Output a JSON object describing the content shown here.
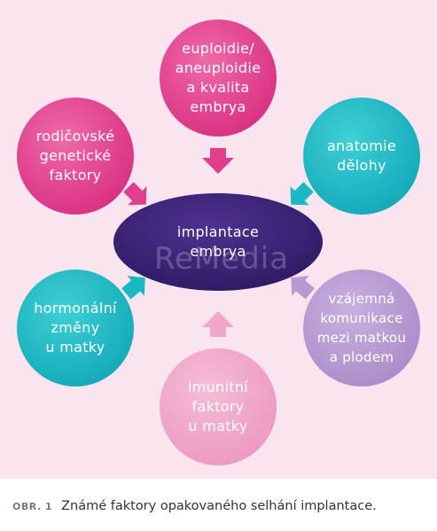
{
  "diagram": {
    "center": {
      "lines": [
        "implantace",
        "embrya"
      ]
    },
    "nodes": {
      "top": {
        "lines": [
          "euploidie/",
          "aneuploidie",
          "a kvalita",
          "embrya"
        ]
      },
      "upper_left": {
        "lines": [
          "rodičovské",
          "genetické",
          "faktory"
        ]
      },
      "upper_right": {
        "lines": [
          "anatomie",
          "dělohy"
        ]
      },
      "lower_left": {
        "lines": [
          "hormonální",
          "změny",
          "u matky"
        ]
      },
      "lower_right": {
        "lines": [
          "vzájemná",
          "komunikace",
          "mezi matkou",
          "a plodem"
        ]
      },
      "bottom": {
        "lines": [
          "imunitní",
          "faktory",
          "u matky"
        ]
      }
    },
    "watermark": "ReMedia"
  },
  "colors": {
    "panel_background": "#f9e4ef",
    "magenta": "#e23e8e",
    "teal": "#19b8c2",
    "center": "#3b2476",
    "lavender": "#b79ad2",
    "light_pink": "#f0a8c8"
  },
  "caption": {
    "label": "OBR. 1",
    "text": "Známé faktory opakovaného selhání implantace."
  }
}
